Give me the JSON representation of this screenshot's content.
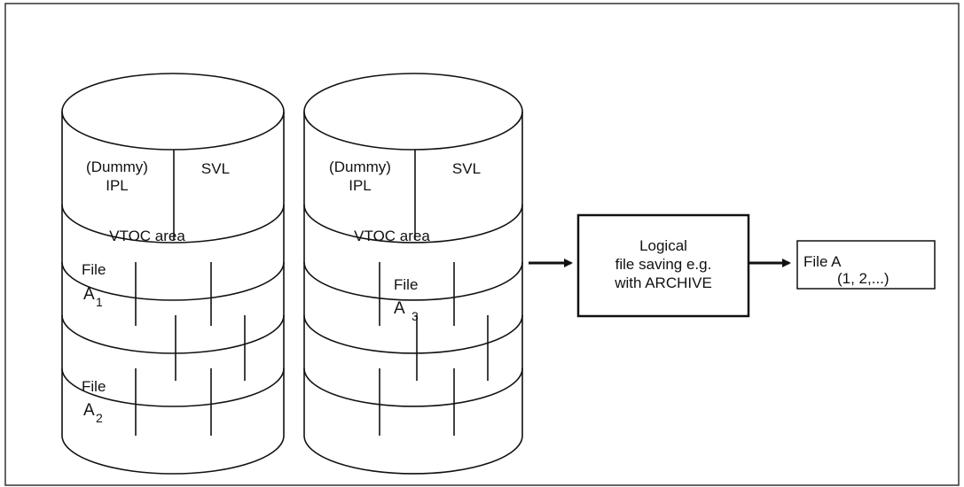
{
  "diagram": {
    "disk1": {
      "dummy": "(Dummy)",
      "ipl": "IPL",
      "svl": "SVL",
      "vtoc": "VTOC area",
      "file_a1_word": "File",
      "file_a1_letter": "A",
      "file_a1_index": "1",
      "file_a2_word": "File",
      "file_a2_letter": "A",
      "file_a2_index": "2"
    },
    "disk2": {
      "dummy": "(Dummy)",
      "ipl": "IPL",
      "svl": "SVL",
      "vtoc": "VTOC area",
      "file_a3_word": "File",
      "file_a3_letter": "A",
      "file_a3_index": "3"
    },
    "process_box": {
      "line1": "Logical",
      "line2": "file saving e.g.",
      "line3": "with ARCHIVE"
    },
    "output_box": {
      "line1": "File A",
      "line2": "(1, 2,...)"
    }
  }
}
